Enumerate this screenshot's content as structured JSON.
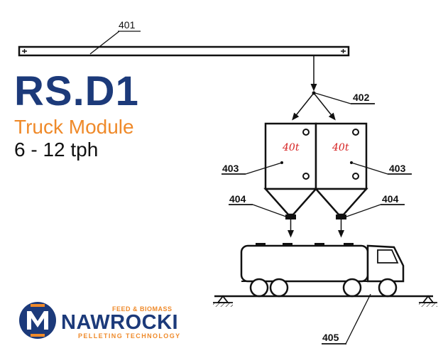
{
  "title": "RS.D1",
  "subtitle": "Truck Module",
  "capacity": "6 - 12 tph",
  "colors": {
    "navy": "#1c3a7a",
    "orange": "#ef8a2a",
    "red": "#d62020",
    "ink": "#111111"
  },
  "callouts": {
    "rail": "401",
    "splitter": "402",
    "bin_left": "403",
    "bin_right": "403",
    "valve_left": "404",
    "valve_right": "404",
    "ground": "405"
  },
  "bins": [
    {
      "capacity": "40t"
    },
    {
      "capacity": "40t"
    }
  ],
  "logo": {
    "icon": "nawrocki-m-icon",
    "top_line": "FEED & BIOMASS",
    "name": "NAWROCKI",
    "bottom_line": "PELLETING TECHNOLOGY"
  }
}
